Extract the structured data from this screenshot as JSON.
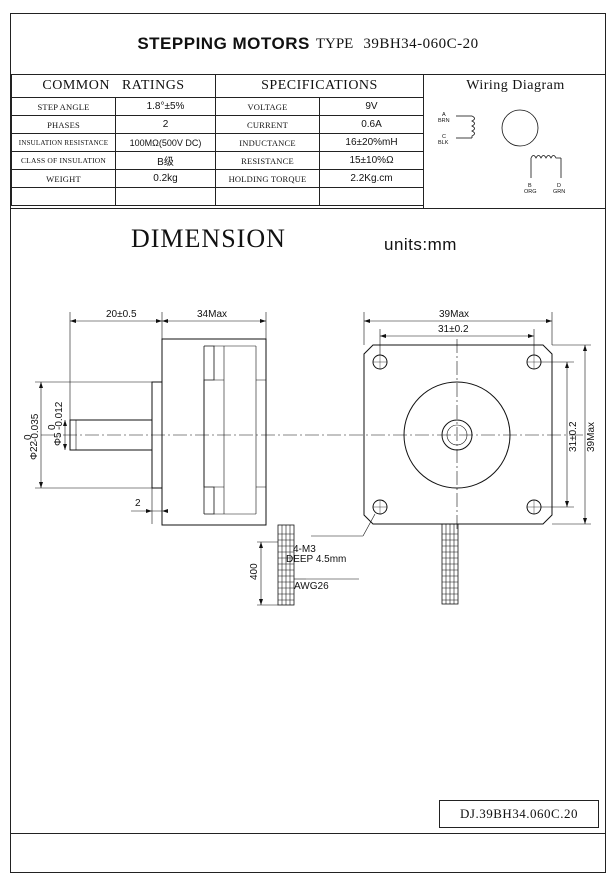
{
  "title": {
    "main": "STEPPING MOTORS",
    "type_label": "TYPE",
    "model": "39BH34-060C-20"
  },
  "ratings": {
    "header": "COMMON   RATINGS",
    "rows": [
      {
        "label": "STEP ANGLE",
        "value": "1.8°±5%"
      },
      {
        "label": "PHASES",
        "value": "2"
      },
      {
        "label": "INSULATION RESISTANCE",
        "value": "100MΩ(500V DC)"
      },
      {
        "label": "CLASS OF INSULATION",
        "value": "B级"
      },
      {
        "label": "WEIGHT",
        "value": "0.2kg"
      }
    ]
  },
  "specifications": {
    "header": "SPECIFICATIONS",
    "rows": [
      {
        "label": "VOLTAGE",
        "value": "9V"
      },
      {
        "label": "CURRENT",
        "value": "0.6A"
      },
      {
        "label": "INDUCTANCE",
        "value": "16±20%mH"
      },
      {
        "label": "RESISTANCE",
        "value": "15±10%Ω"
      },
      {
        "label": "HOLDING  TORQUE",
        "value": "2.2Kg.cm"
      }
    ]
  },
  "wiring": {
    "title": "Wiring Diagram",
    "a": {
      "letter": "A",
      "color": "BRN"
    },
    "c": {
      "letter": "C",
      "color": "BLK"
    },
    "b": {
      "letter": "B",
      "color": "ORG"
    },
    "d": {
      "letter": "D",
      "color": "GRN"
    }
  },
  "dimension": {
    "title": "DIMENSION",
    "units": "units:mm",
    "labels": {
      "shaft_len": "20±0.5",
      "body_len": "34Max",
      "width_max": "39Max",
      "hole_pitch": "31±0.2",
      "hole_pitch_v": "31±0.2",
      "height_max": "39Max",
      "flange": "2",
      "boss_dia": "Φ22",
      "boss_tol_top": "0",
      "boss_tol_bot": "-0.035",
      "shaft_dia": "Φ5",
      "shaft_tol_top": "0",
      "shaft_tol_bot": "-0.012",
      "lead_len": "400",
      "wire_gauge": "AWG26",
      "screw": "4-M3",
      "depth": "DEEP 4.5mm"
    }
  },
  "drawing_code": "DJ.39BH34.060C.20"
}
